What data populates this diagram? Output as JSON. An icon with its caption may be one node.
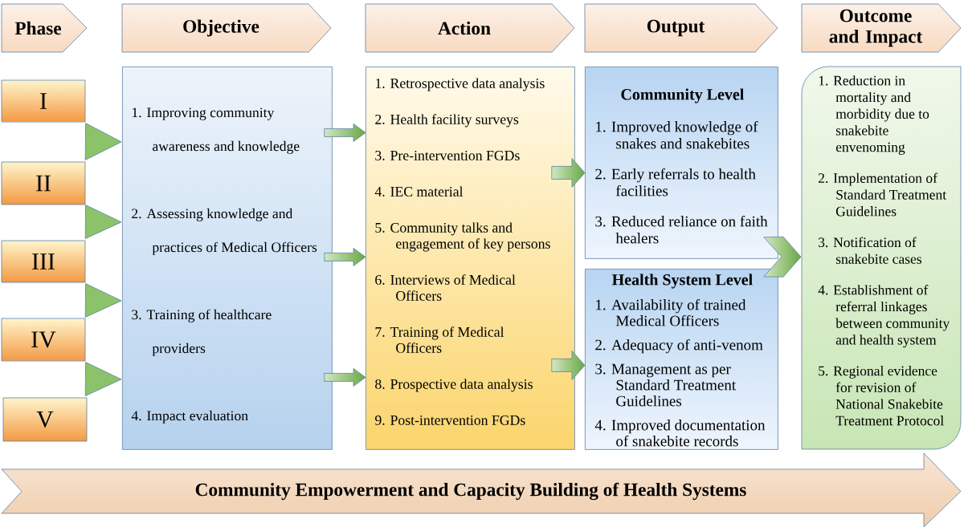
{
  "diagram": {
    "nodes": [
      {
        "text": [
          "Phase"
        ]
      },
      {
        "text": [
          "Objective"
        ]
      },
      {
        "text": [
          "Action"
        ]
      },
      {
        "text": [
          "Output"
        ]
      },
      {
        "text": [
          "Outcome and Impact"
        ]
      },
      {
        "text": [
          "I"
        ]
      },
      {
        "text": [
          "II"
        ]
      },
      {
        "text": [
          "III"
        ]
      },
      {
        "text": [
          "IV"
        ]
      },
      {
        "text": [
          "V"
        ]
      },
      {
        "text": [
          "1. Improving community awareness and knowledge",
          "2. Assessing knowledge and practices of Medical Officers",
          "3. Training of healthcare providers",
          "4. Impact evaluation"
        ]
      },
      {
        "text": [
          "1. Retrospective data analysis",
          "2. Health facility surveys",
          "3. Pre-intervention FGDs",
          "4. IEC material",
          "5. Community talks and engagement of key persons",
          "6. Interviews of Medical Officers",
          "7. Training of Medical Officers",
          "8. Prospective data analysis",
          "9. Post-intervention FGDs"
        ]
      },
      {
        "text": [
          "Community Level",
          "1. Improved knowledge of snakes and snakebites",
          "2. Early referrals to health facilities",
          "3. Reduced reliance on faith healers"
        ]
      },
      {
        "text": [
          "Health System Level",
          "1. Availability of trained Medical Officers",
          "2. Adequacy of anti-venom",
          "3. Management as per Standard Treatment Guidelines",
          "4. Improved documentation of snakebite records"
        ]
      },
      {
        "text": [
          "1. Reduction in mortality and morbidity due to snakebite envenoming",
          "2. Implementation of Standard Treatment Guidelines",
          "3. Notification of snakebite cases",
          "4. Establishment of referral linkages between community and health system",
          "5. Regional evidence for revision of National Snakebite Treatment Protocol"
        ]
      },
      {
        "text": [
          "Community Empowerment and Capacity Building of Health Systems"
        ]
      }
    ],
    "edges": [
      {
        "from": null,
        "to": 10,
        "arrow": "to"
      },
      {
        "from": null,
        "to": 10,
        "arrow": "to"
      },
      {
        "from": null,
        "to": 10,
        "arrow": "to"
      },
      {
        "from": null,
        "to": 10,
        "arrow": "to"
      },
      {
        "from": 10,
        "to": 11,
        "arrow": "to"
      },
      {
        "from": 10,
        "to": 11,
        "arrow": "to"
      },
      {
        "from": 10,
        "to": 11,
        "arrow": "to"
      },
      {
        "from": 11,
        "to": 12,
        "arrow": "to"
      },
      {
        "from": 11,
        "to": 13,
        "arrow": "to"
      },
      {
        "from": 12,
        "to": 14,
        "arrow": "to"
      },
      {
        "from": 13,
        "to": 14,
        "arrow": "to"
      }
    ]
  }
}
